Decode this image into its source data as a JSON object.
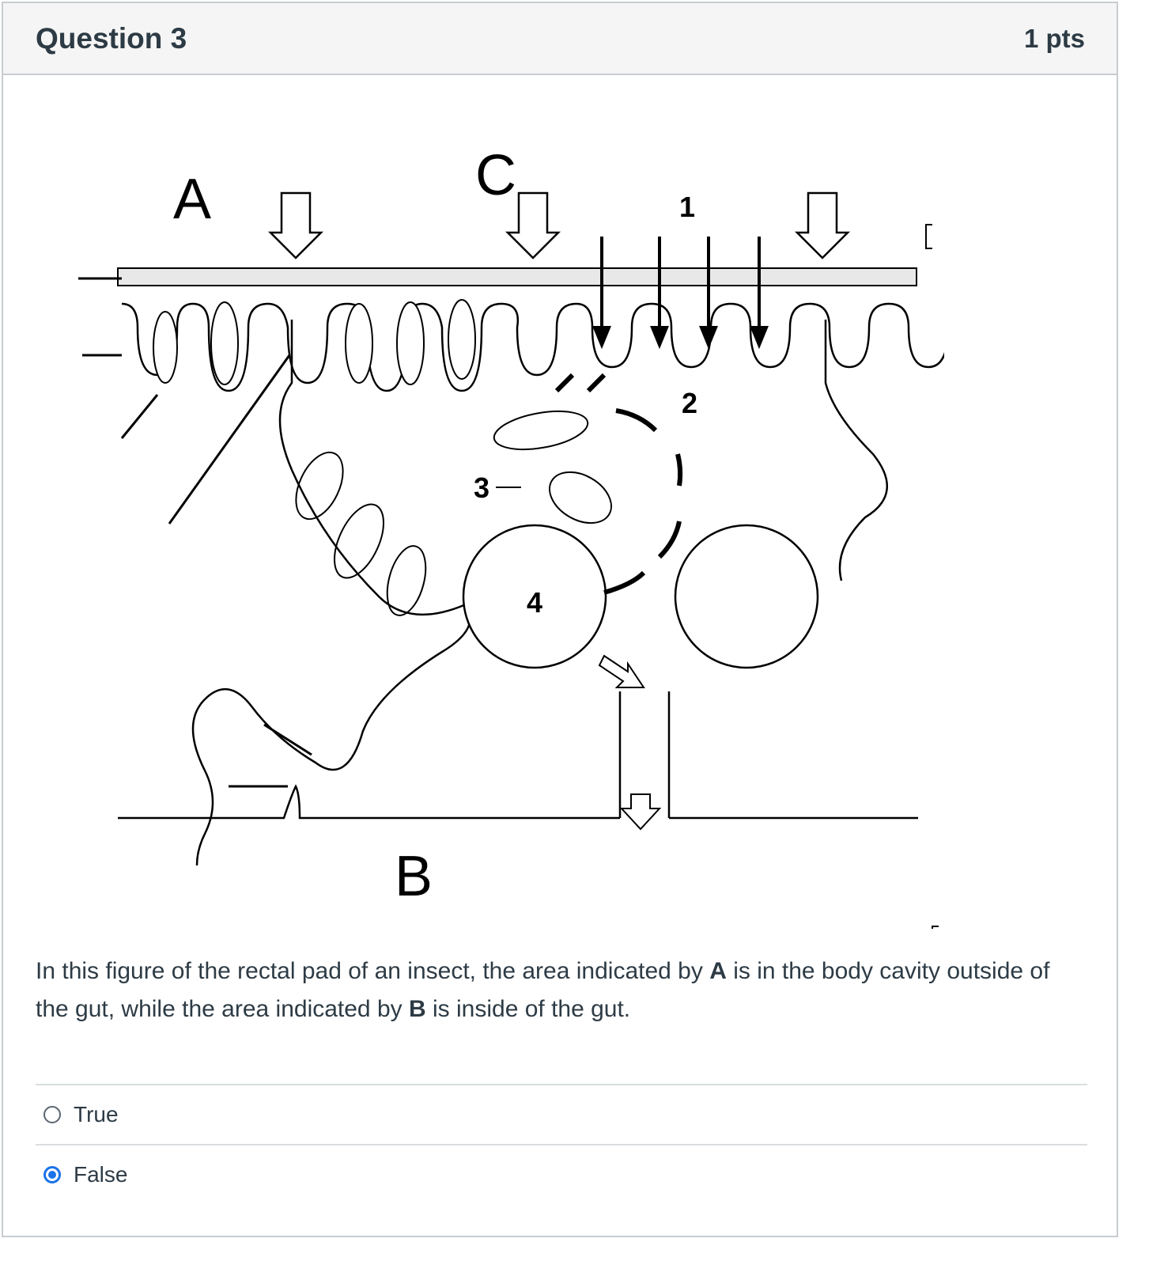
{
  "question": {
    "title": "Question 3",
    "points": "1 pts",
    "text_parts": [
      "In this figure of the rectal pad of an insect, the area indicated by ",
      "A",
      " is in the body cavity outside of the gut, while the area indicated by ",
      "B",
      " is inside of the gut."
    ]
  },
  "figure": {
    "labels": {
      "A": "A",
      "B": "B",
      "C": "C",
      "n1": "1",
      "n2": "2",
      "n3": "3",
      "n4": "4"
    }
  },
  "answers": [
    {
      "label": "True",
      "selected": false
    },
    {
      "label": "False",
      "selected": true
    }
  ],
  "colors": {
    "selected": "#1a73e8",
    "border": "#c7cdd1",
    "text": "#2d3b45"
  }
}
